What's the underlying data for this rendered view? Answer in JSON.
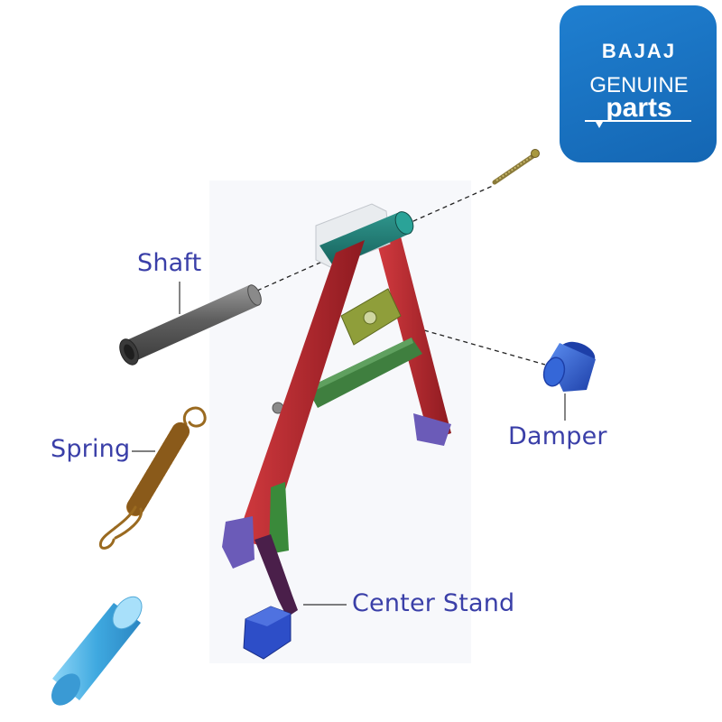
{
  "labels": {
    "shaft": "Shaft",
    "spring": "Spring",
    "damper": "Damper",
    "center_stand": "Center Stand"
  },
  "logo": {
    "brand": "BAJAJ",
    "line2": "GENUINE",
    "line3": "parts"
  },
  "colors": {
    "callout_text": "#3a3fa8",
    "logo_bg": "#1870c0",
    "stand_frame": "#b8242b",
    "pivot_tube": "#1e7a73",
    "brace_plate": "#8a9a3a",
    "cross_bar": "#3f7f3f",
    "foot_pad": "#6b5bb8",
    "damper": "#2e5fcf",
    "spring": "#b07a2e",
    "shaft": "#6e6e6e",
    "tube": "#4fb3e8"
  }
}
